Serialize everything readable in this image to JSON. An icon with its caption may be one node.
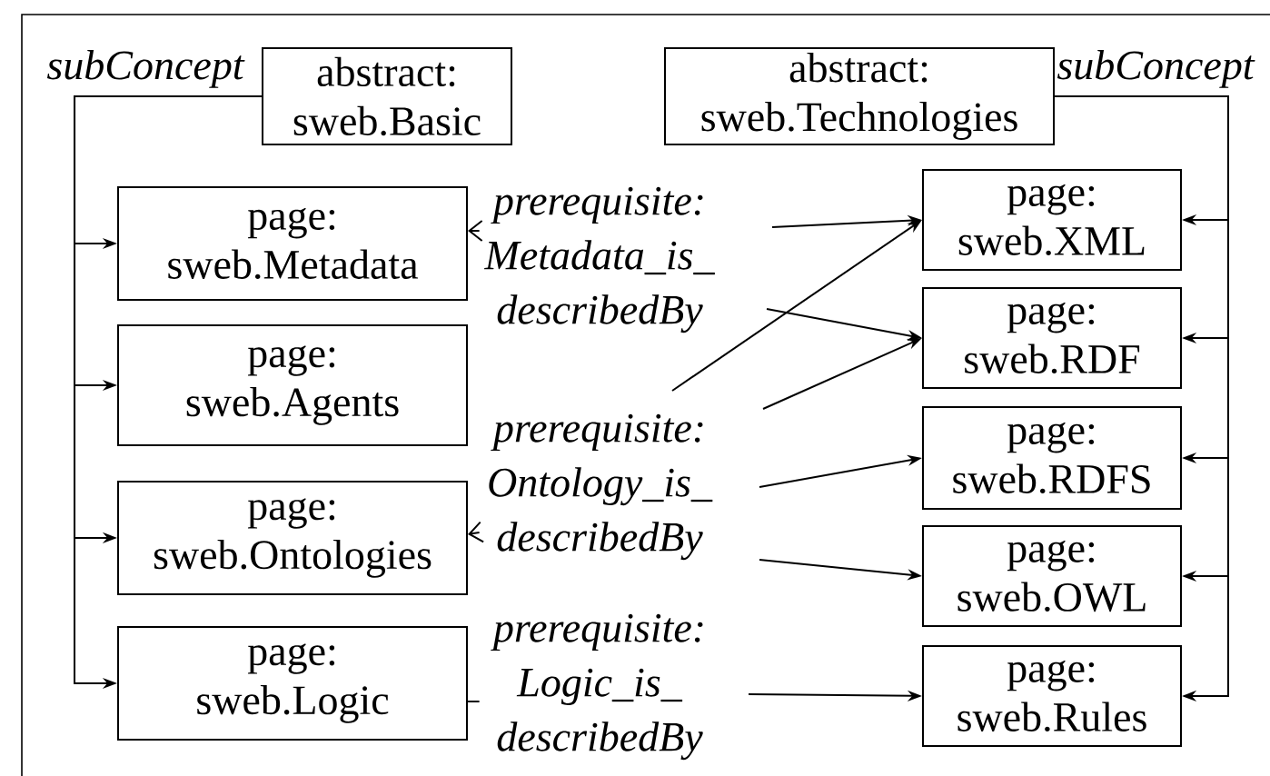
{
  "diagram": {
    "nodes": [
      {
        "text": [
          "abstract: sweb.Basic"
        ]
      },
      {
        "text": [
          "abstract: sweb.Technologies"
        ]
      },
      {
        "text": [
          "page: sweb.Metadata"
        ]
      },
      {
        "text": [
          "page: sweb.Agents"
        ]
      },
      {
        "text": [
          "page: sweb.Ontologies"
        ]
      },
      {
        "text": [
          "page: sweb.Logic"
        ]
      },
      {
        "text": [
          "page: sweb.XML"
        ]
      },
      {
        "text": [
          "page: sweb.RDF"
        ]
      },
      {
        "text": [
          "page: sweb.RDFS"
        ]
      },
      {
        "text": [
          "page: sweb.OWL"
        ]
      },
      {
        "text": [
          "page: sweb.Rules"
        ]
      },
      {
        "text": [
          "prerequisite: Metadata_is_ describedBy"
        ]
      },
      {
        "text": [
          "prerequisite: Ontology_is_ describedBy"
        ]
      },
      {
        "text": [
          "prerequisite: Logic_is_ describedBy"
        ]
      }
    ],
    "edges": [
      {
        "from": 0,
        "to": 2,
        "arrow": "to"
      },
      {
        "from": 0,
        "to": 3,
        "arrow": "to"
      },
      {
        "from": 0,
        "to": 4,
        "arrow": "to"
      },
      {
        "from": 0,
        "to": 5,
        "arrow": "to"
      },
      {
        "from": 1,
        "to": 6,
        "arrow": "to"
      },
      {
        "from": 1,
        "to": 7,
        "arrow": "to"
      },
      {
        "from": 1,
        "to": 8,
        "arrow": "to"
      },
      {
        "from": 1,
        "to": 9,
        "arrow": "to"
      },
      {
        "from": 1,
        "to": 10,
        "arrow": "to"
      },
      {
        "from": 11,
        "to": 2,
        "arrow": "to"
      },
      {
        "from": 11,
        "to": 6,
        "arrow": "to"
      },
      {
        "from": 11,
        "to": 7,
        "arrow": "to"
      },
      {
        "from": 12,
        "to": 4,
        "arrow": "to"
      },
      {
        "from": 12,
        "to": 6,
        "arrow": "to"
      },
      {
        "from": 12,
        "to": 7,
        "arrow": "to"
      },
      {
        "from": 12,
        "to": 8,
        "arrow": "to"
      },
      {
        "from": 12,
        "to": 9,
        "arrow": "to"
      },
      {
        "from": 13,
        "to": 5,
        "arrow": "none"
      },
      {
        "from": 13,
        "to": 10,
        "arrow": "to"
      }
    ],
    "labels": [
      "subConcept",
      "subConcept"
    ]
  }
}
